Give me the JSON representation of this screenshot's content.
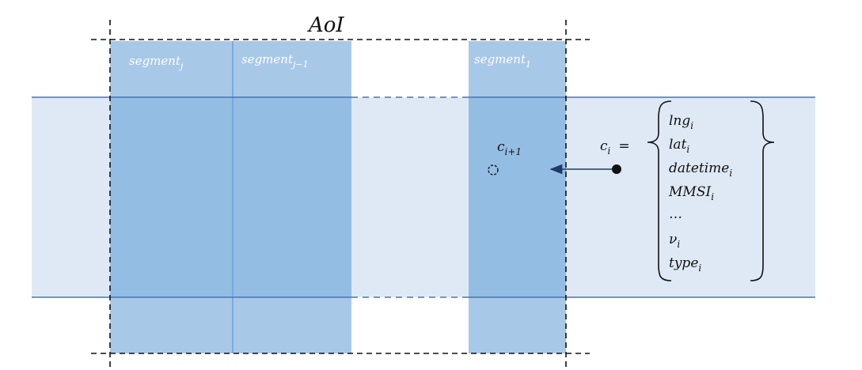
{
  "diagram": {
    "title": "AoI",
    "segments": [
      {
        "name": "segment",
        "sub": "j"
      },
      {
        "name": "segment",
        "sub": "j−1"
      },
      {
        "name": "segment",
        "sub": "1"
      }
    ],
    "next_point": {
      "name": "c",
      "sub": "i+1"
    },
    "current_point": {
      "name": "c",
      "sub": "i",
      "equals": "="
    },
    "attributes": [
      {
        "name": "lng",
        "sub": "i"
      },
      {
        "name": "lat",
        "sub": "i"
      },
      {
        "name": "datetime",
        "sub": "i"
      },
      {
        "name": "MMSI",
        "sub": "i"
      },
      {
        "name": "…",
        "sub": ""
      },
      {
        "name": "ν",
        "sub": "i"
      },
      {
        "name": "type",
        "sub": "i"
      }
    ],
    "colors": {
      "band": "#dfe9f5",
      "band_line": "#3a78bf",
      "segment_fill": "#a8c8e8",
      "overlap_fill": "#94bde3",
      "arrow": "#1f3a68"
    }
  }
}
